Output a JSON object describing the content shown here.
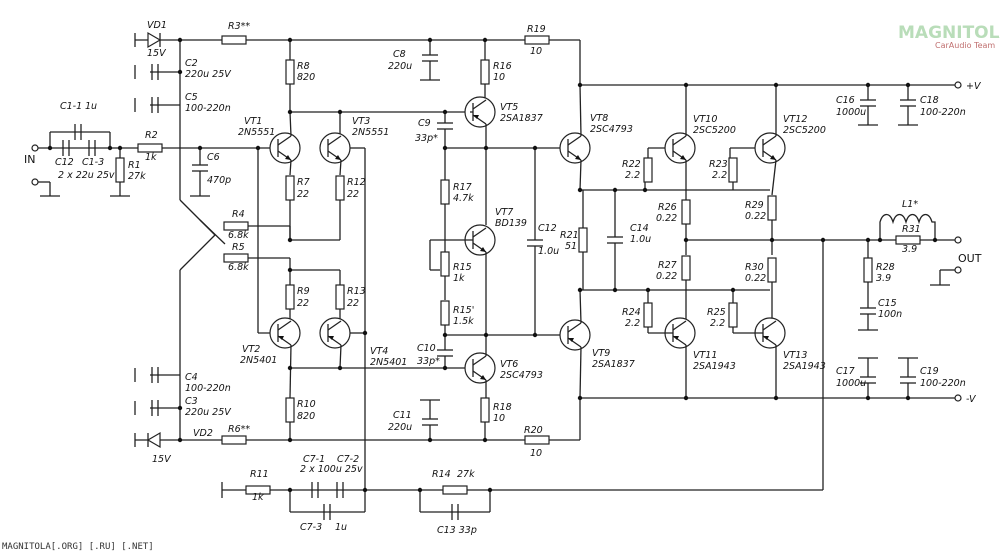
{
  "logo": {
    "brand": "MAGNITOLA",
    "sub": "CarAudio Team"
  },
  "footer": "MAGNITOLA[.ORG] [.RU] [.NET]",
  "nets": {
    "in": "IN",
    "out": "OUT",
    "pos": "+V",
    "neg": "-V"
  },
  "labels": {
    "vd1": "VD1",
    "vd1v": "15V",
    "vd2": "VD2",
    "vd2v": "15V",
    "r3": "R3**",
    "r6": "R6**",
    "c2": "C2",
    "c2v": "220u 25V",
    "c5": "C5",
    "c5v": "100-220n",
    "c4": "C4",
    "c4v": "100-220n",
    "c3": "C3",
    "c3v": "220u 25V",
    "c11": "C1-1",
    "c11v": "1u",
    "c12": "C12",
    "c13": "C1-3",
    "c1x": "2 x 22u 25v",
    "r1": "R1",
    "r1v": "27k",
    "r2": "R2",
    "r2v": "1k",
    "c6": "C6",
    "c6v": "470p",
    "r4": "R4",
    "r4v": "6.8k",
    "r5": "R5",
    "r5v": "6.8k",
    "vt1": "VT1",
    "vt1p": "2N5551",
    "vt3": "VT3",
    "vt3p": "2N5551",
    "vt2": "VT2",
    "vt2p": "2N5401",
    "vt4": "VT4",
    "vt4p": "2N5401",
    "r8": "R8",
    "r8v": "820",
    "r7": "R7",
    "r7v": "22",
    "r12": "R12",
    "r12v": "22",
    "r9": "R9",
    "r9v": "22",
    "r13": "R13",
    "r13v": "22",
    "r10": "R10",
    "r10v": "820",
    "c8": "C8",
    "c8v": "220u",
    "r16": "R16",
    "r16v": "10",
    "vt5": "VT5",
    "vt5p": "2SA1837",
    "c9": "C9",
    "c9v": "33p*",
    "r17": "R17",
    "r17v": "4.7k",
    "vt7": "VT7",
    "vt7p": "BD139",
    "r15": "R15",
    "r15v": "1k",
    "r15b": "R15'",
    "r15bv": "1.5k",
    "c12v": "1.0u",
    "c10": "C10",
    "c10v": "33p*",
    "vt6": "VT6",
    "vt6p": "2SC4793",
    "c11b": "C11",
    "c11bv": "220u",
    "r18": "R18",
    "r18v": "10",
    "r19": "R19",
    "r19v": "10",
    "r20": "R20",
    "r20v": "10",
    "vt8": "VT8",
    "vt8p": "2SC4793",
    "vt9": "VT9",
    "vt9p": "2SA1837",
    "r21": "R21",
    "r21v": "51",
    "c14": "C14",
    "c14v": "1.0u",
    "vt10": "VT10",
    "vt10p": "2SC5200",
    "vt12": "VT12",
    "vt12p": "2SC5200",
    "vt11": "VT11",
    "vt11p": "2SA1943",
    "vt13": "VT13",
    "vt13p": "2SA1943",
    "r22": "R22",
    "r22v": "2.2",
    "r23": "R23",
    "r23v": "2.2",
    "r24": "R24",
    "r24v": "2.2",
    "r25": "R25",
    "r25v": "2.2",
    "r26": "R26",
    "r26v": "0.22",
    "r27": "R27",
    "r27v": "0.22",
    "r29": "R29",
    "r29v": "0.22",
    "r30": "R30",
    "r30v": "0.22",
    "c16": "C16",
    "c16v": "1000u",
    "c18": "C18",
    "c18v": "100-220n",
    "c17": "C17",
    "c17v": "1000u",
    "c19": "C19",
    "c19v": "100-220n",
    "l1": "L1*",
    "r31": "R31",
    "r31v": "3.9",
    "r28": "R28",
    "r28v": "3.9",
    "c15": "C15",
    "c15v": "100n",
    "r11": "R11",
    "r11v": "1k",
    "c71": "C7-1",
    "c72": "C7-2",
    "c7x": "2 x 100u 25v",
    "c73": "C7-3",
    "c73v": "1u",
    "r14": "R14",
    "r14v": "27k",
    "c13b": "C13 33p"
  }
}
